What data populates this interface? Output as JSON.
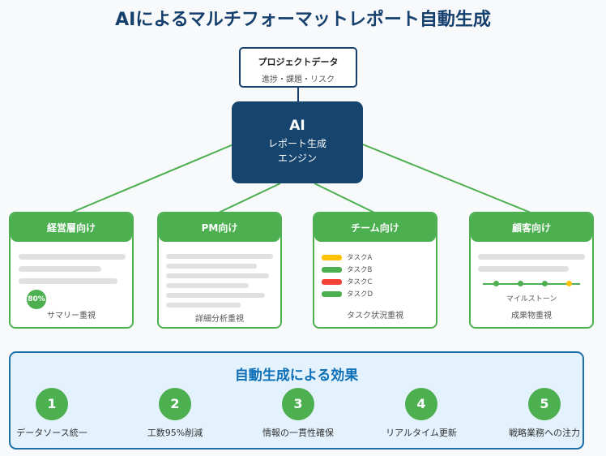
{
  "title": "AIによるマルチフォーマットレポート自動生成",
  "source": {
    "title": "プロジェクトデータ",
    "subtitle": "進捗・課題・リスク"
  },
  "engine": {
    "title": "AI",
    "line1": "レポート生成",
    "line2": "エンジン"
  },
  "colors": {
    "navy": "#15456f",
    "green": "#4caf50",
    "yellow": "#ffc107",
    "red": "#f44336",
    "blue": "#0d6fb7"
  },
  "cards": [
    {
      "title": "経営層向け",
      "caption": "サマリー重視",
      "badge": "80%"
    },
    {
      "title": "PM向け",
      "caption": "詳細分析重視"
    },
    {
      "title": "チーム向け",
      "caption": "タスク状況重視",
      "tasks": [
        {
          "label": "タスクA",
          "status": "warning",
          "color": "#ffc107"
        },
        {
          "label": "タスクB",
          "status": "ok",
          "color": "#4caf50"
        },
        {
          "label": "タスクC",
          "status": "delayed",
          "color": "#f44336"
        },
        {
          "label": "タスクD",
          "status": "ok",
          "color": "#4caf50"
        }
      ]
    },
    {
      "title": "顧客向け",
      "caption": "成果物重視",
      "milestone_label": "マイルストーン",
      "milestones": [
        "done",
        "done",
        "done",
        "current"
      ]
    }
  ],
  "effects": {
    "title": "自動生成による効果",
    "items": [
      {
        "num": "1",
        "label": "データソース統一"
      },
      {
        "num": "2",
        "label": "工数95%削減"
      },
      {
        "num": "3",
        "label": "情報の一貫性確保"
      },
      {
        "num": "4",
        "label": "リアルタイム更新"
      },
      {
        "num": "5",
        "label": "戦略業務への注力"
      }
    ]
  }
}
